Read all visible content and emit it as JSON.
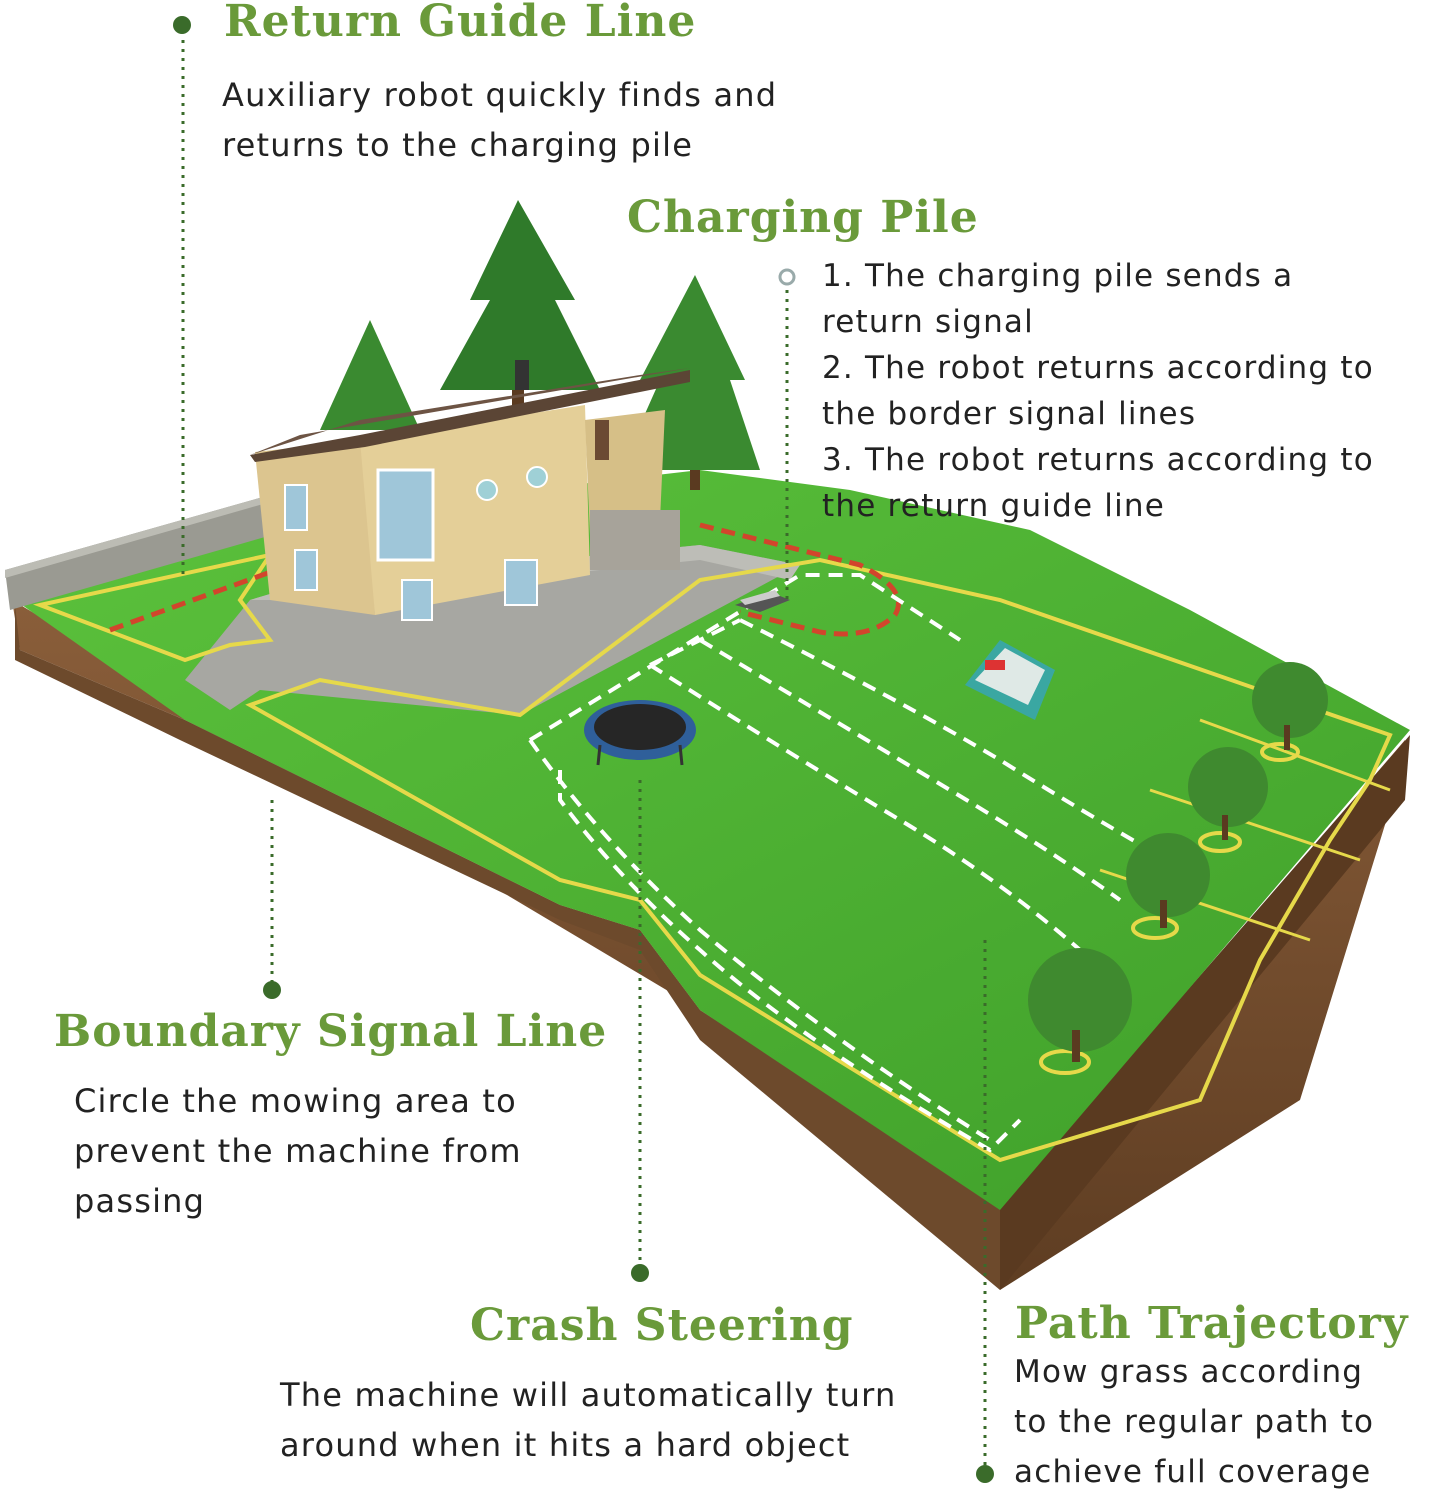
{
  "colors": {
    "accent": "#6a9a3a",
    "leader": "#3a6b2a",
    "text": "#222222",
    "grass": "#4fb233",
    "soil": "#7a5234",
    "boundary": "#e6d94a",
    "guide": "#d2452c",
    "path": "#ffffff"
  },
  "return_guide": {
    "title": "Return Guide Line",
    "lines": [
      "Auxiliary robot quickly finds and",
      "returns to the charging pile"
    ]
  },
  "charging_pile": {
    "title": "Charging Pile",
    "lines": [
      "1. The charging pile sends a",
      "return signal",
      "2. The robot returns according to",
      "the border signal lines",
      "3. The robot returns according to",
      "the return guide line"
    ]
  },
  "boundary": {
    "title": "Boundary Signal Line",
    "lines": [
      "Circle the mowing area to",
      "prevent the machine from",
      "passing"
    ]
  },
  "crash": {
    "title": "Crash Steering",
    "lines": [
      "The machine will automatically turn",
      "around when it hits a hard object"
    ]
  },
  "path": {
    "title": "Path Trajectory",
    "lines": [
      "Mow grass according",
      "to the regular path to",
      "achieve full coverage"
    ]
  }
}
